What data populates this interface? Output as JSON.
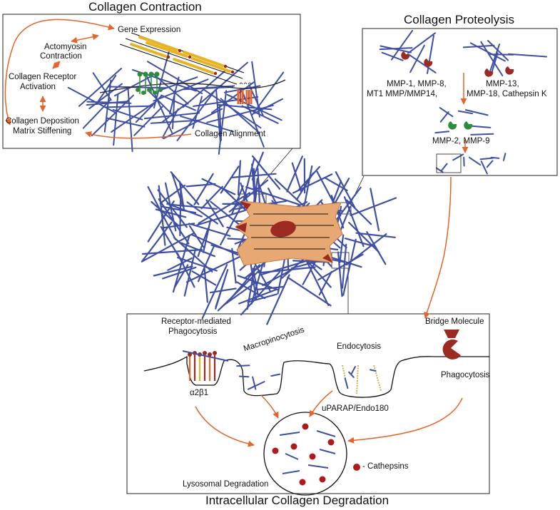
{
  "panels": {
    "contraction": {
      "title": "Collagen Contraction",
      "gene_expression": "Gene Expression",
      "actomyosin_1": "Actomyosin",
      "actomyosin_2": "Contraction",
      "receptor_1": "Collagen Receptor",
      "receptor_2": "Activation",
      "deposition_1": "Collagen Deposition",
      "deposition_2": "Matrix Stiffening",
      "alignment": "Collagen Alignment"
    },
    "proteolysis": {
      "title": "Collagen Proteolysis",
      "mmp_left_1": "MMP-1, MMP-8,",
      "mmp_left_2": "MT1 MMP/MMP14,",
      "mmp_right_1": "MMP-13,",
      "mmp_right_2": "MMP-18, Cathepsin K",
      "gelatinases": "MMP-2, MMP-9"
    },
    "intracellular": {
      "title": "Intracellular Collagen Degradation",
      "receptor_phago_1": "Receptor-mediated",
      "receptor_phago_2": "Phagocytosis",
      "macropinocytosis": "Macropinocytosis",
      "endocytosis": "Endocytosis",
      "bridge_molecule": "Bridge Molecule",
      "phagocytosis": "Phagocytosis",
      "integrin": "α2β1",
      "uparap": "uPARAP/Endo180",
      "cathepsins": "- Cathepsins",
      "lysosomal": "Lysosomal Degradation"
    }
  },
  "colors": {
    "collagen": "#3f4fa3",
    "arrow": "#e8632a",
    "cell": "#e8a874",
    "nucleus": "#9a2a22",
    "receptor_green": "#2e8b3a",
    "cathepsin": "#b11a1a"
  }
}
